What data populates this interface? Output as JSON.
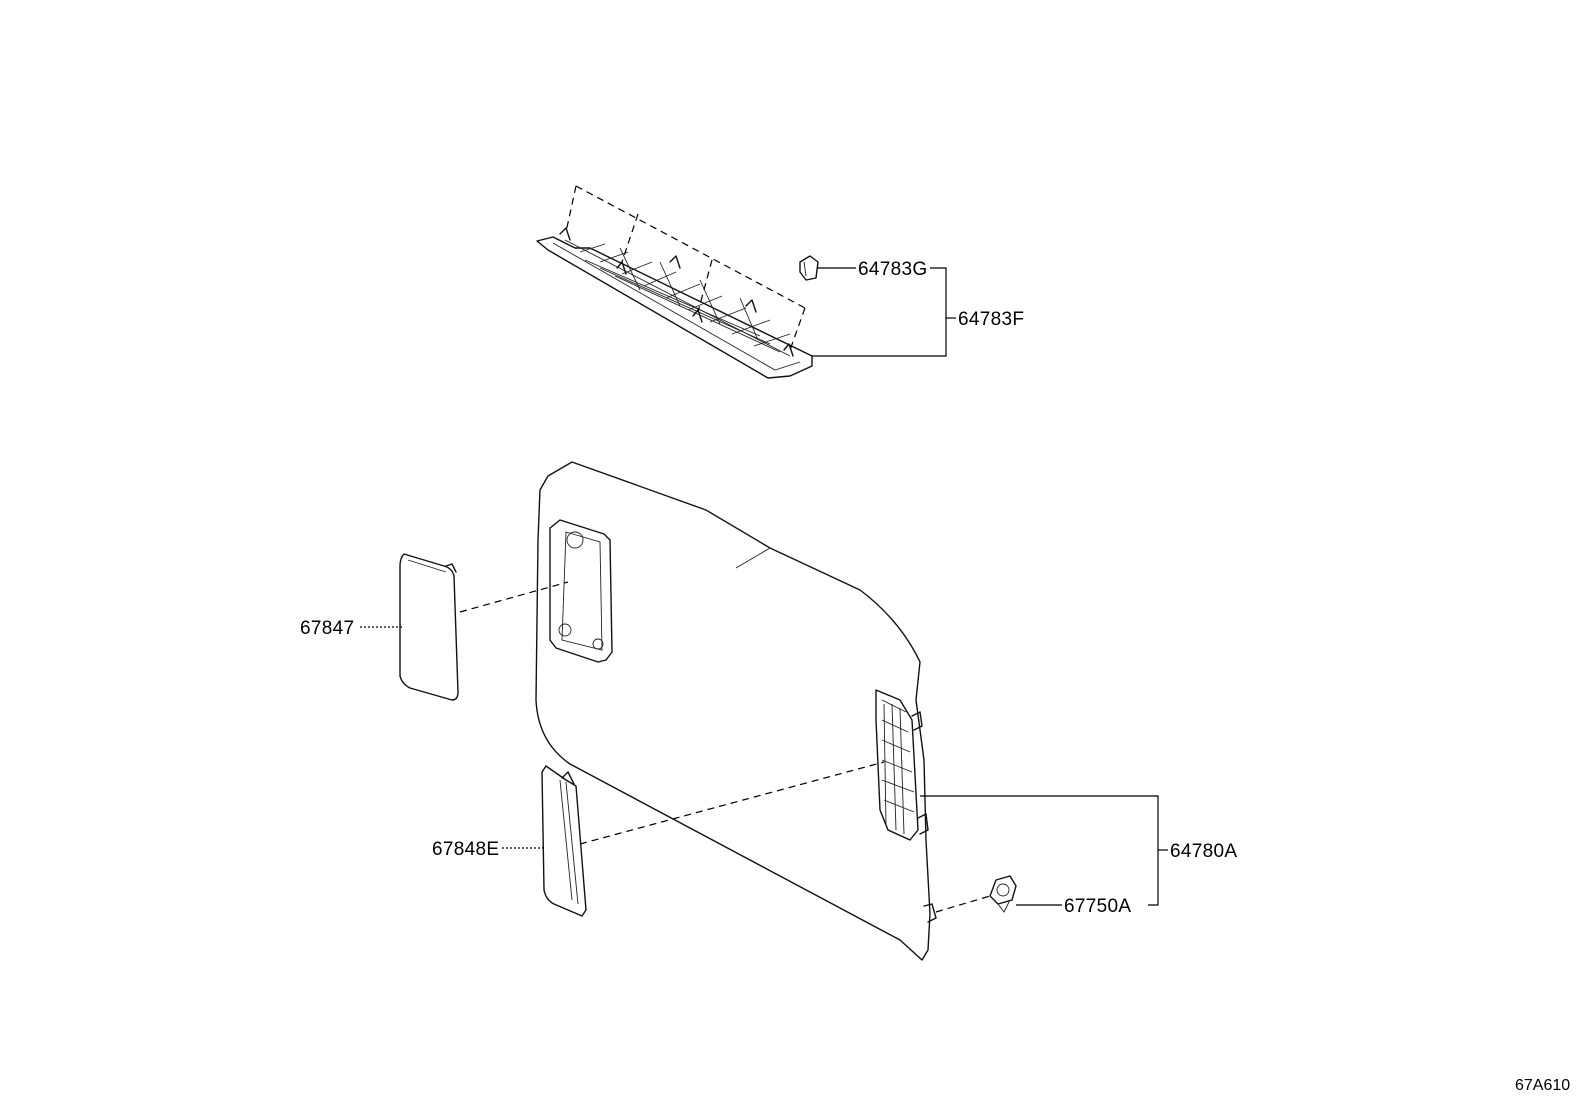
{
  "parts": {
    "p64783G": "64783G",
    "p64783F": "64783F",
    "p67847": "67847",
    "p67848E": "67848E",
    "p64780A": "64780A",
    "p67750A": "67750A"
  },
  "diagram_ref": "67A610"
}
